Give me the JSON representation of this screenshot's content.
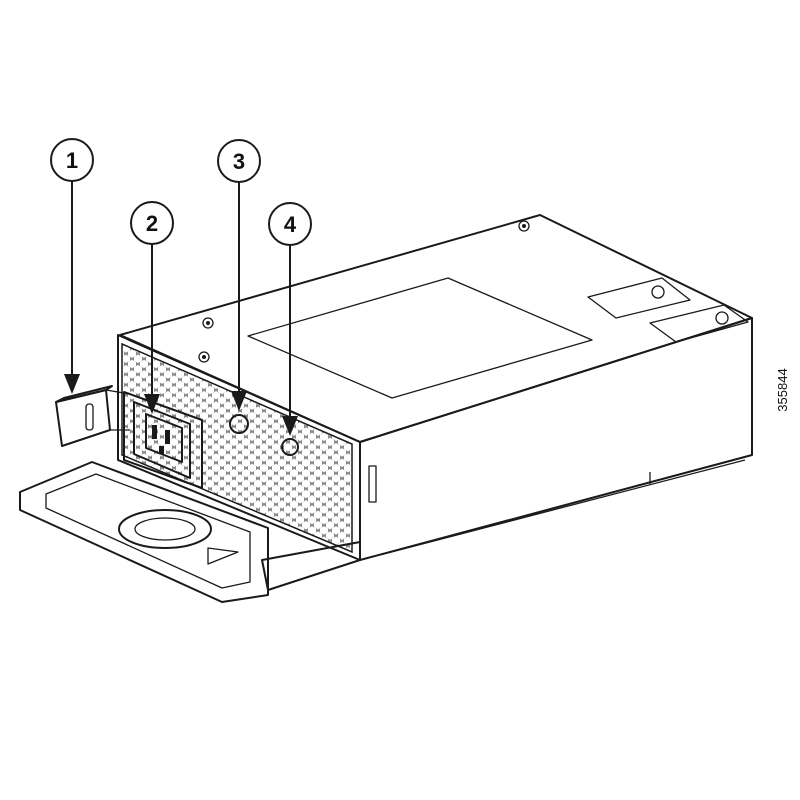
{
  "callouts": [
    {
      "label": "1",
      "target": "release-latch"
    },
    {
      "label": "2",
      "target": "power-connector"
    },
    {
      "label": "3",
      "target": "status-led"
    },
    {
      "label": "4",
      "target": "fan-led"
    }
  ],
  "figure_id": "355844",
  "colors": {
    "line": "#1a1a1a",
    "gray": "#8a8a8a",
    "background": "#ffffff"
  }
}
